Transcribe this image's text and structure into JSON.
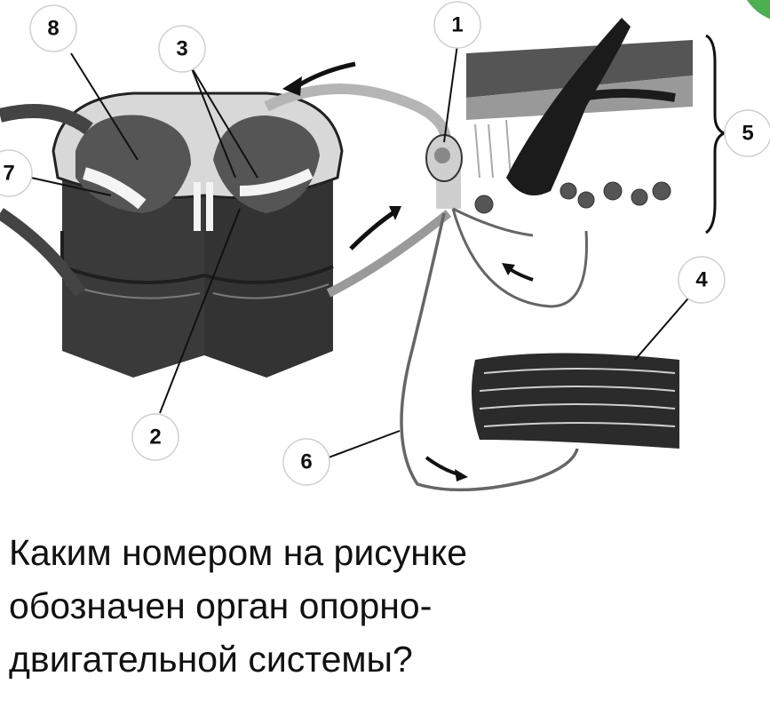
{
  "diagram": {
    "labels": [
      "1",
      "2",
      "3",
      "4",
      "5",
      "6",
      "7",
      "8"
    ]
  },
  "question": {
    "lines": [
      "Каким номером на рисунке",
      "обозначен орган опорно-",
      "двигательной системы?"
    ]
  },
  "colors": {
    "accent_corner": "#4caf50",
    "ink": "#111111",
    "dark_tissue": "#3a3a3a"
  }
}
